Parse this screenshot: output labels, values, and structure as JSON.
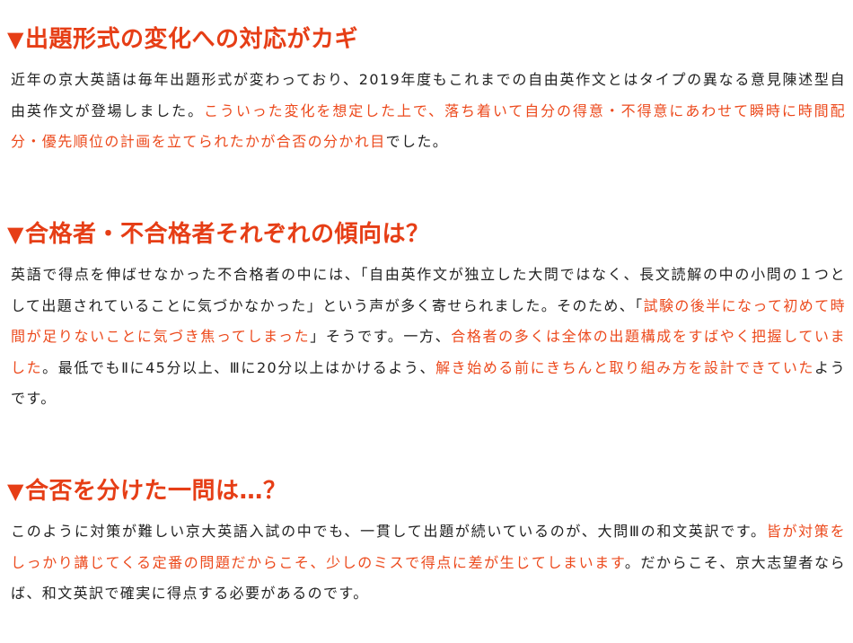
{
  "colors": {
    "heading": "#e63e16",
    "highlight": "#ec4a1d",
    "body_text": "#222222",
    "background": "#ffffff"
  },
  "sections": [
    {
      "heading_icon": "▼",
      "heading": "出題形式の変化への対応がカギ",
      "segments": [
        {
          "text": "近年の京大英語は毎年出題形式が変わっており、2019年度もこれまでの自由英作文とはタイプの異なる意見陳述型自由英作文が登場しました。",
          "highlight": false
        },
        {
          "text": "こういった変化を想定した上で、落ち着いて自分の得意・不得意にあわせて瞬時に時間配分・優先順位の計画を立てられたかが合否の分かれ目",
          "highlight": true
        },
        {
          "text": "でした。",
          "highlight": false
        }
      ]
    },
    {
      "heading_icon": "▼",
      "heading": "合格者・不合格者それぞれの傾向は？",
      "segments": [
        {
          "text": "英語で得点を伸ばせなかった不合格者の中には、「自由英作文が独立した大問ではなく、長文読解の中の小問の１つとして出題されていることに気づかなかった」という声が多く寄せられました。そのため、「",
          "highlight": false
        },
        {
          "text": "試験の後半になって初めて時間が足りないことに気づき焦ってしまった",
          "highlight": true
        },
        {
          "text": "」そうです。一方、",
          "highlight": false
        },
        {
          "text": "合格者の多くは全体の出題構成をすばやく把握していました",
          "highlight": true
        },
        {
          "text": "。最低でもⅡに45分以上、Ⅲに20分以上はかけるよう、",
          "highlight": false
        },
        {
          "text": "解き始める前にきちんと取り組み方を設計できていた",
          "highlight": true
        },
        {
          "text": "ようです。",
          "highlight": false
        }
      ]
    },
    {
      "heading_icon": "▼",
      "heading": "合否を分けた一問は…？",
      "segments": [
        {
          "text": "このように対策が難しい京大英語入試の中でも、一貫して出題が続いているのが、大問Ⅲの和文英訳です。",
          "highlight": false
        },
        {
          "text": "皆が対策をしっかり講じてくる定番の問題だからこそ、少しのミスで得点に差が生じてしまいます",
          "highlight": true
        },
        {
          "text": "。だからこそ、京大志望者ならば、和文英訳で確実に得点する必要があるのです。",
          "highlight": false
        }
      ]
    }
  ]
}
